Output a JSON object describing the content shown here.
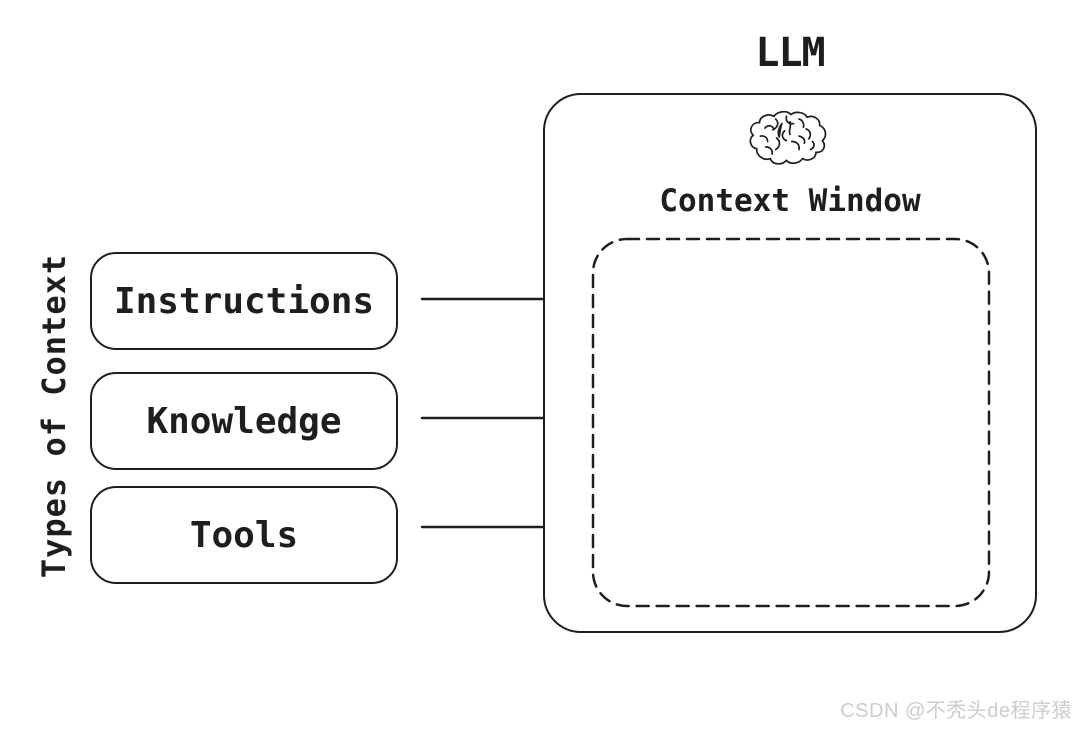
{
  "diagram": {
    "left_axis_label": "Types of Context",
    "source_boxes": [
      {
        "label": "Instructions"
      },
      {
        "label": "Knowledge"
      },
      {
        "label": "Tools"
      }
    ],
    "llm": {
      "title": "LLM",
      "icon": "brain-icon",
      "context_window_label": "Context Window"
    },
    "arrows": [
      {
        "from": "Instructions",
        "to": "Context Window"
      },
      {
        "from": "Knowledge",
        "to": "Context Window"
      },
      {
        "from": "Tools",
        "to": "Context Window"
      }
    ],
    "watermark": "CSDN @不秃头de程序猿",
    "colors": {
      "stroke": "#1e1e1e",
      "background": "#ffffff",
      "watermark_text": "#cccccc"
    }
  }
}
